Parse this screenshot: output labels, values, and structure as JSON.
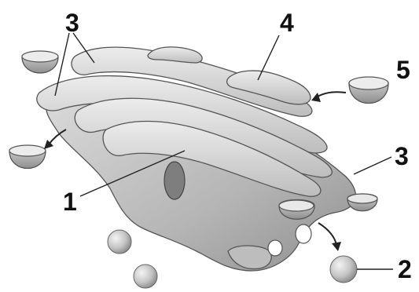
{
  "diagram": {
    "labels": [
      {
        "id": "label-3-top",
        "text": "3"
      },
      {
        "id": "label-4",
        "text": "4"
      },
      {
        "id": "label-5",
        "text": "5"
      },
      {
        "id": "label-3-right",
        "text": "3"
      },
      {
        "id": "label-1",
        "text": "1"
      },
      {
        "id": "label-2",
        "text": "2"
      }
    ],
    "colors": {
      "background": "#ffffff",
      "membrane": "#c9c9c9",
      "membrane_light": "#e4e4e4",
      "membrane_dark": "#8c8c8c",
      "text": "#111111"
    }
  }
}
